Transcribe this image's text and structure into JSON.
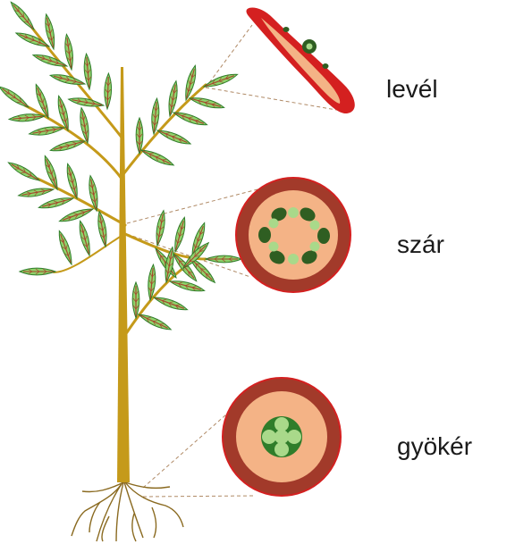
{
  "labels": {
    "leaf": "levél",
    "stem": "szár",
    "root": "gyökér"
  },
  "colors": {
    "stem": "#c59a1a",
    "leaf_fill": "#8fd16a",
    "leaf_edge": "#2f7d2a",
    "leaf_vein": "#a8432b",
    "section_outer": "#a23a2a",
    "section_inner": "#f4b386",
    "bundle_dark": "#2f5e22",
    "bundle_light": "#a9d98a",
    "leaf_section": "#d42020",
    "connector": "#b08a66",
    "root": "#8a6a20"
  },
  "icons": [
    "plant-illustration",
    "leaf-cross-section",
    "stem-cross-section",
    "root-cross-section"
  ]
}
